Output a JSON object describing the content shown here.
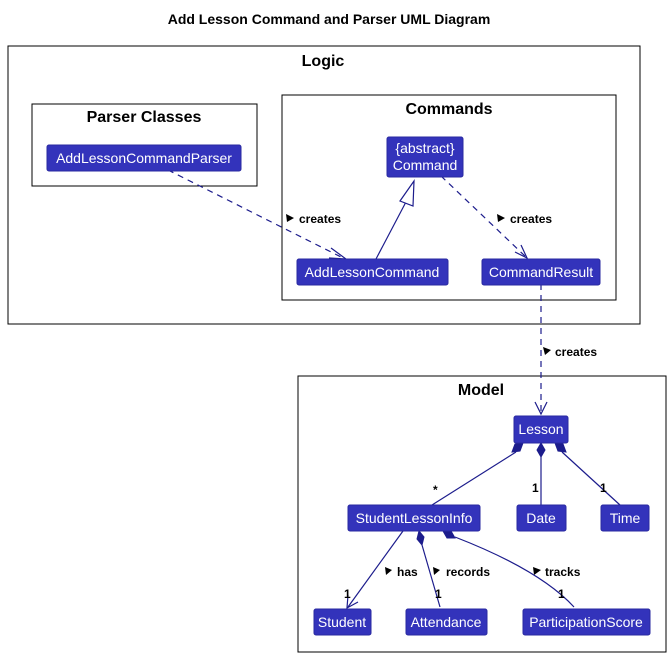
{
  "diagram": {
    "title": "Add Lesson Command and Parser UML Diagram",
    "packages": {
      "logic": "Logic",
      "parser_classes": "Parser Classes",
      "commands": "Commands",
      "model": "Model"
    },
    "classes": {
      "add_lesson_command_parser": "AddLessonCommandParser",
      "command_stereotype": "{abstract}",
      "command": "Command",
      "add_lesson_command": "AddLessonCommand",
      "command_result": "CommandResult",
      "lesson": "Lesson",
      "student_lesson_info": "StudentLessonInfo",
      "date": "Date",
      "time": "Time",
      "student": "Student",
      "attendance": "Attendance",
      "participation_score": "ParticipationScore"
    },
    "labels": {
      "creates_parser": "creates",
      "creates_command": "creates",
      "creates_result": "creates",
      "has": "has",
      "records": "records",
      "tracks": "tracks"
    },
    "multiplicities": {
      "lesson_student_info": "*",
      "lesson_date": "1",
      "lesson_time": "1",
      "student": "1",
      "attendance": "1",
      "participation": "1"
    },
    "colors": {
      "class_fill": "#3333bb",
      "edge": "#1c1c8c"
    }
  }
}
